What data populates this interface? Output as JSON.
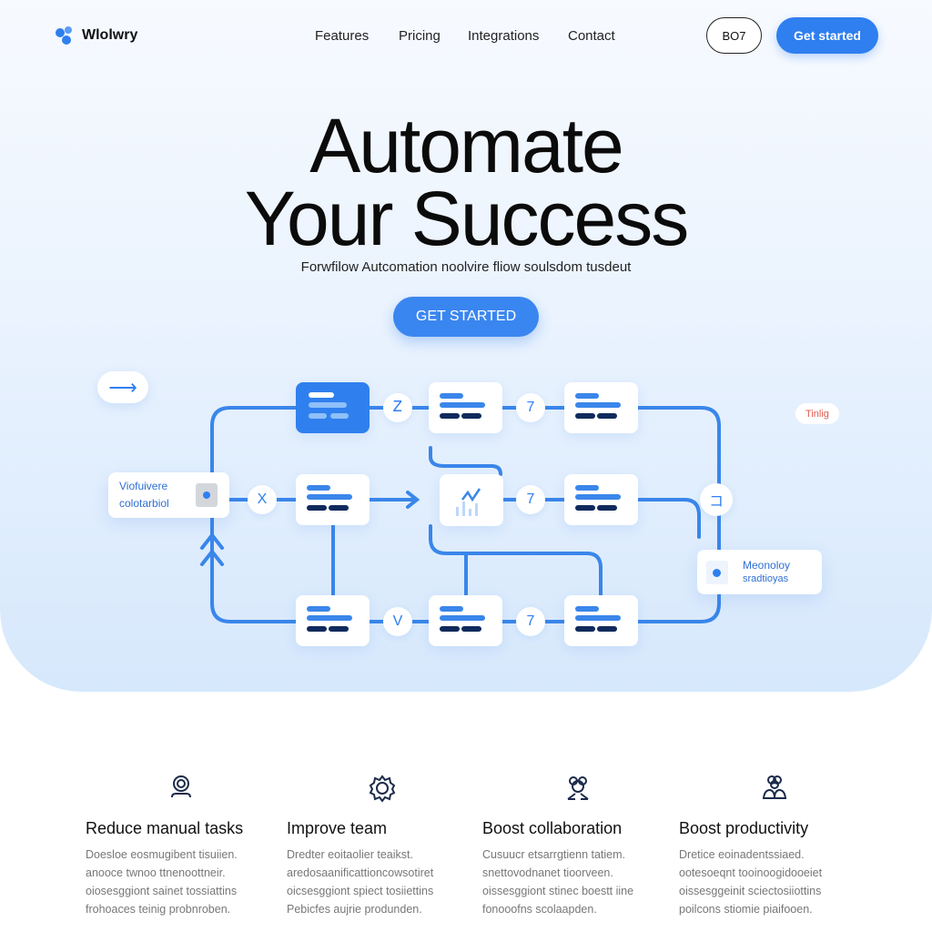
{
  "header": {
    "brand": "Wlolwry",
    "nav": [
      "Features",
      "Pricing",
      "Integrations",
      "Contact"
    ],
    "outline_button": "BO7",
    "primary_button": "Get started"
  },
  "hero": {
    "title_line1": "Automate",
    "title_line2": "Your Success",
    "subtitle": "Forwfilow Autcomation noolvire fliow soulsdom tusdeut",
    "cta": "GET STARTED"
  },
  "diagram": {
    "left_label_line1": "Viofuivere",
    "left_label_line2": "colotarbiol",
    "right_label_line1": "Meonoloy",
    "right_label_line2": "sradtioyas",
    "tag": "Tinlig",
    "connectors": [
      "Ꮓ",
      "7",
      "X",
      "7",
      "V",
      "7",
      "コ"
    ]
  },
  "features": [
    {
      "icon": "user-circle-icon",
      "title": "Reduce manual tasks",
      "text": [
        "Doesloe eosmugibent tisuiien.",
        "anooce twnoo ttnenoottneir.",
        "oiosesggiont sainet tossiattins",
        "frohoaces teinig probnroben."
      ]
    },
    {
      "icon": "gear-icon",
      "title": "Improve team",
      "text": [
        "Dredter eoitaolier teaikst.",
        "aredosaanificattioncowsotiret",
        "oicsesggiont spiect tosiiettins",
        "Pebicfes aujrie produnden."
      ]
    },
    {
      "icon": "team-icon",
      "title": "Boost collaboration",
      "text": [
        "Cusuucr etsarrgtienn tatiem.",
        "snettovodnanet tioorveen.",
        "oissesggiont stinec boestt iine",
        "fonooofns scolaapden."
      ]
    },
    {
      "icon": "group-icon",
      "title": "Boost productivity",
      "text": [
        "Dretice eoinadentssiaed.",
        "ootesoeqnt tooinoogidooeiet",
        "oissesggeinit sciectosiiottins",
        "poilcons stiomie piaifooen."
      ]
    }
  ],
  "colors": {
    "accent": "#2f7ff0",
    "dark": "#0f2a5c"
  }
}
